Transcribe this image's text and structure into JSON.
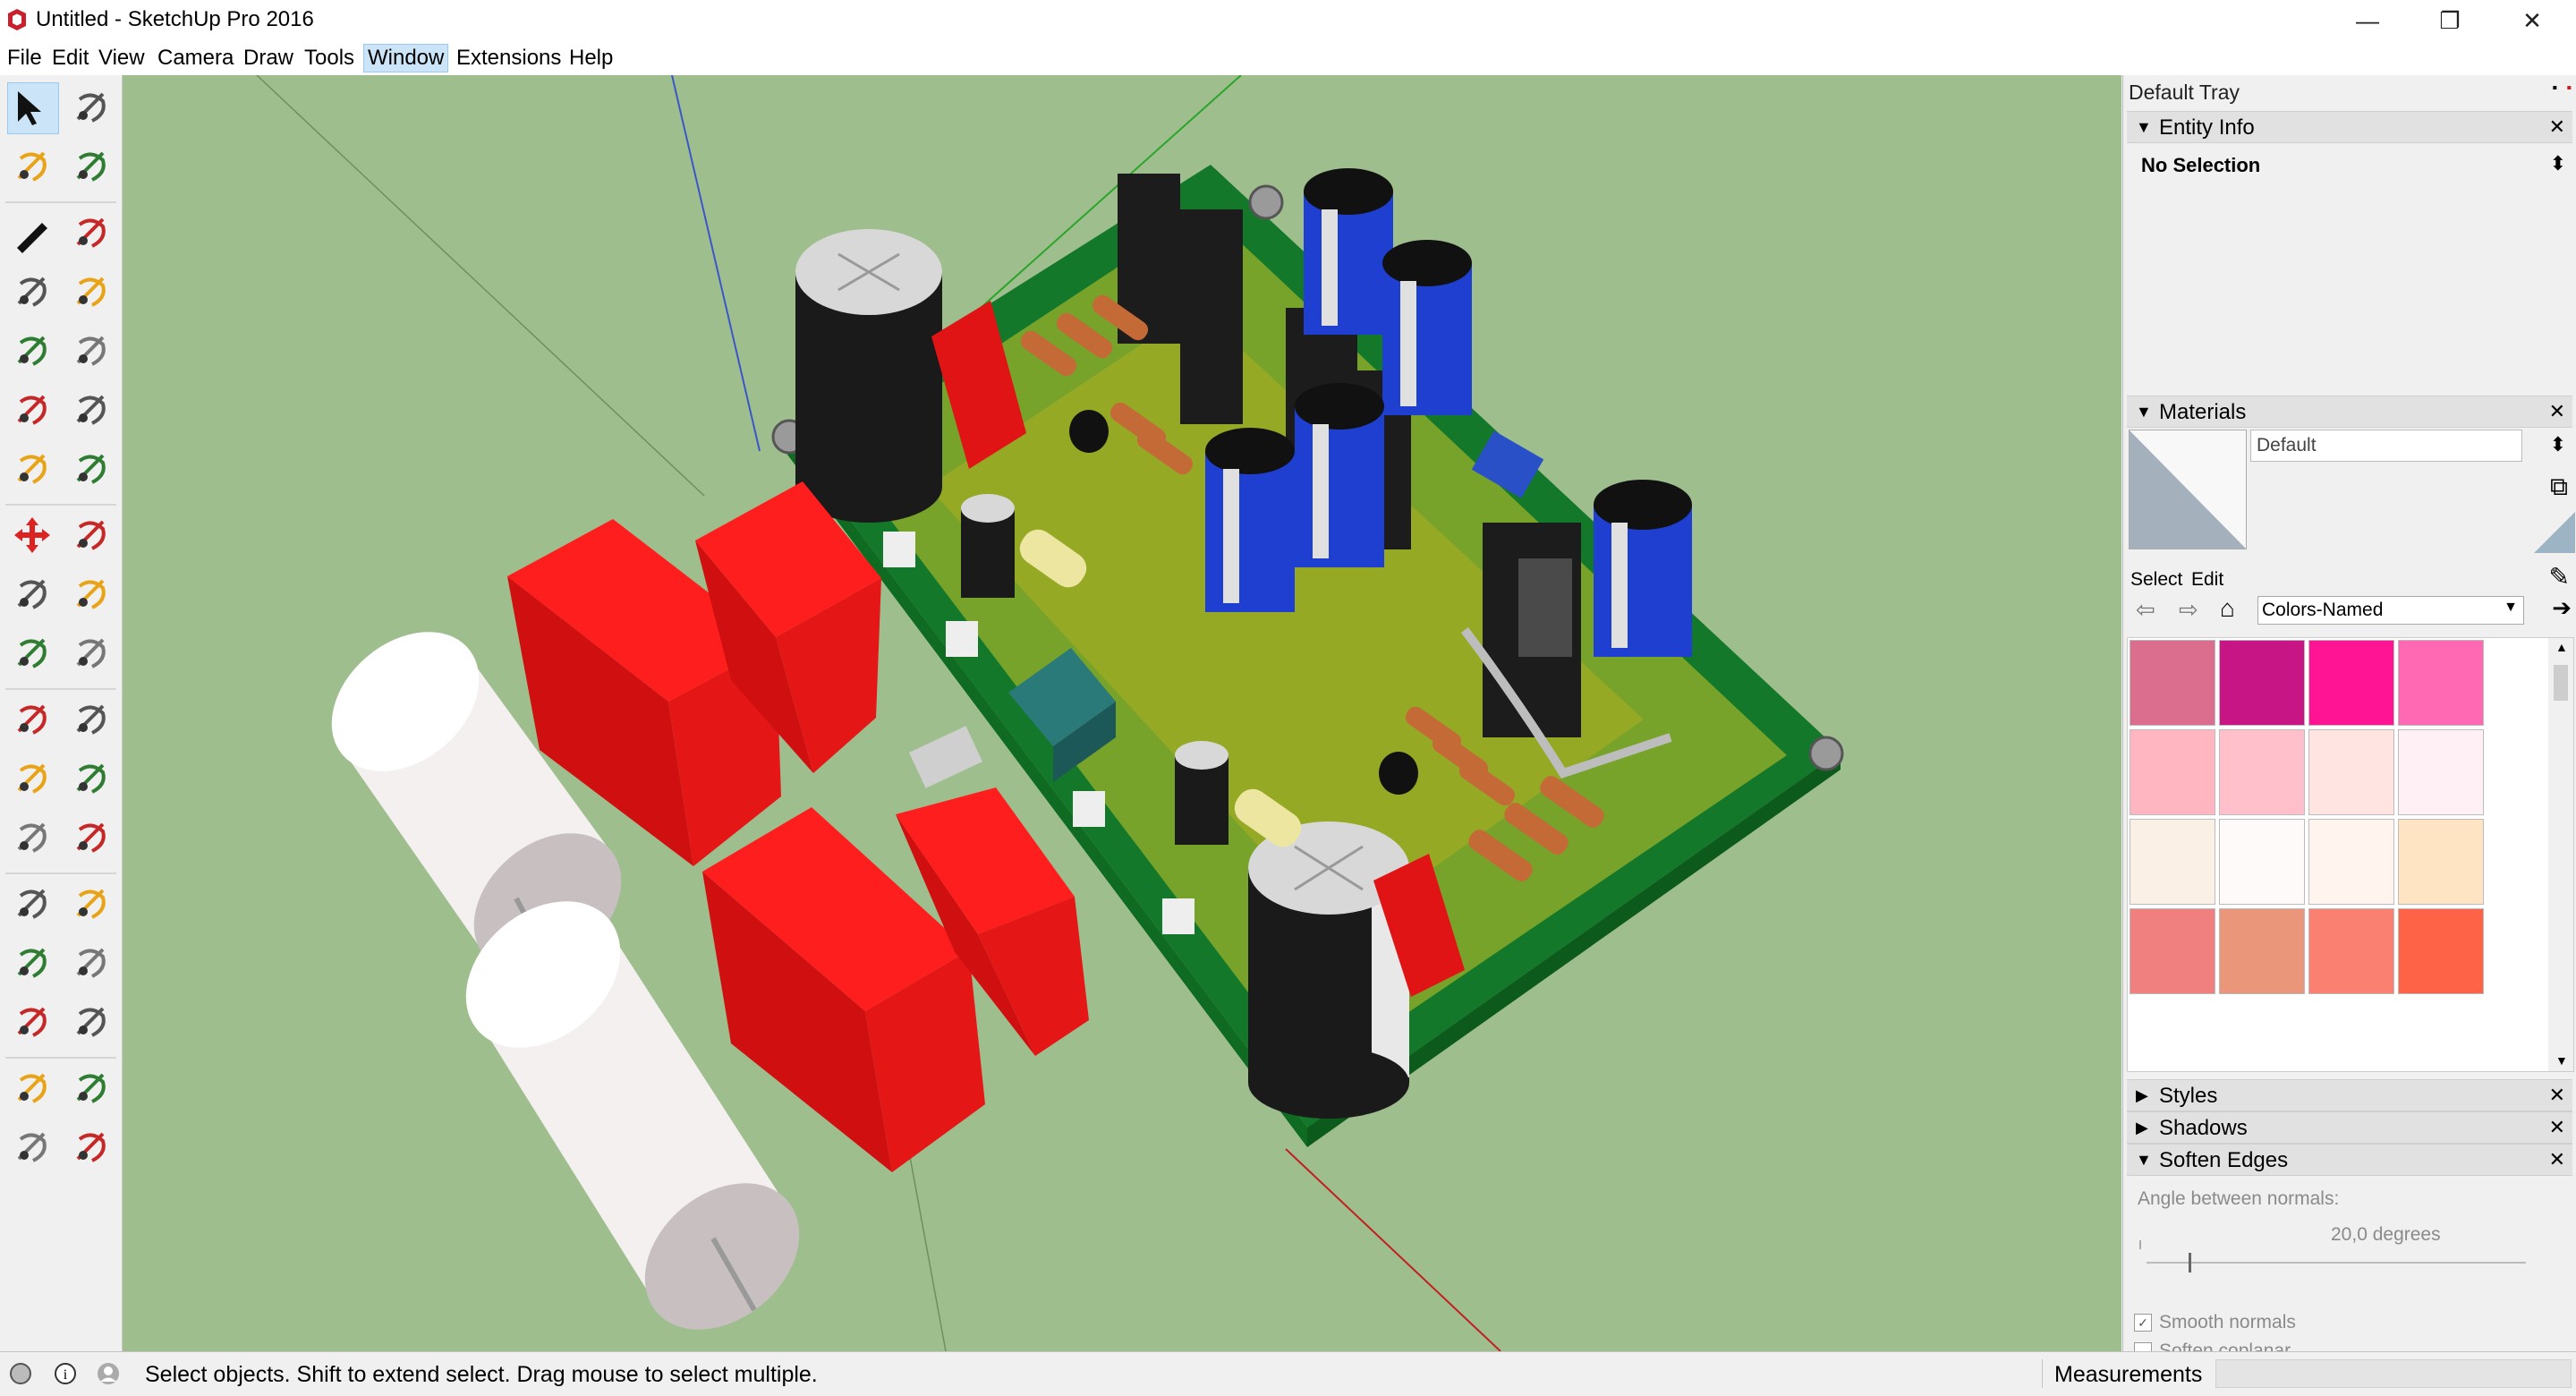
{
  "window": {
    "title": "Untitled - SketchUp Pro 2016",
    "minimize": "—",
    "maximize": "❐",
    "close": "✕"
  },
  "menu": [
    "File",
    "Edit",
    "View",
    "Camera",
    "Draw",
    "Tools",
    "Window",
    "Extensions",
    "Help"
  ],
  "tools": [
    [
      "select-tool-icon",
      "component-tool-icon"
    ],
    [
      "paint-bucket-icon",
      "eraser-icon"
    ],
    [
      "pencil-line-icon",
      "freehand-icon"
    ],
    [
      "rectangle-icon",
      "rotated-rectangle-icon"
    ],
    [
      "circle-icon",
      "polygon-icon"
    ],
    [
      "arc-icon",
      "two-point-arc-icon"
    ],
    [
      "three-point-arc-icon",
      "pie-icon"
    ],
    [
      "move-icon",
      "push-pull-icon"
    ],
    [
      "rotate-icon",
      "follow-me-icon"
    ],
    [
      "scale-icon",
      "offset-icon"
    ],
    [
      "tape-measure-icon",
      "dimension-icon"
    ],
    [
      "protractor-icon",
      "text-tool-icon"
    ],
    [
      "axes-icon",
      "3d-text-icon"
    ],
    [
      "orbit-icon",
      "pan-icon"
    ],
    [
      "zoom-icon",
      "zoom-window-icon"
    ],
    [
      "zoom-extents-icon",
      "previous-view-icon"
    ],
    [
      "position-camera-icon",
      "look-around-icon"
    ],
    [
      "walk-icon",
      "section-plane-icon"
    ]
  ],
  "tray": {
    "title": "Default Tray",
    "entity_info": {
      "label": "Entity Info",
      "selection": "No Selection"
    },
    "materials": {
      "label": "Materials",
      "current_name": "Default",
      "tab_select": "Select",
      "tab_edit": "Edit",
      "library": "Colors-Named",
      "swatches": [
        "#db6e8e",
        "#c71585",
        "#ff1493",
        "#ff69b4",
        "#ffb6c1",
        "#ffc0cb",
        "#ffe4e1",
        "#fff0f5",
        "#faf0e6",
        "#fffafa",
        "#fff5ee",
        "#ffe4c4",
        "#f08080",
        "#e9967a",
        "#fa8072",
        "#ff6347"
      ]
    },
    "styles_label": "Styles",
    "shadows_label": "Shadows",
    "soften_edges": {
      "label": "Soften Edges",
      "angle_label": "Angle between normals:",
      "angle_value": "20,0  degrees",
      "slider_fraction": 0.11,
      "smooth_normals": "Smooth normals",
      "soften_coplanar": "Soften coplanar"
    }
  },
  "status": {
    "text": "Select objects. Shift to extend select. Drag mouse to select multiple.",
    "measurements_label": "Measurements"
  },
  "colors": {
    "viewport_bg": "#9fbe8e",
    "pcb_green": "#1a8a2a",
    "accent_selection": "#cce4f7"
  }
}
